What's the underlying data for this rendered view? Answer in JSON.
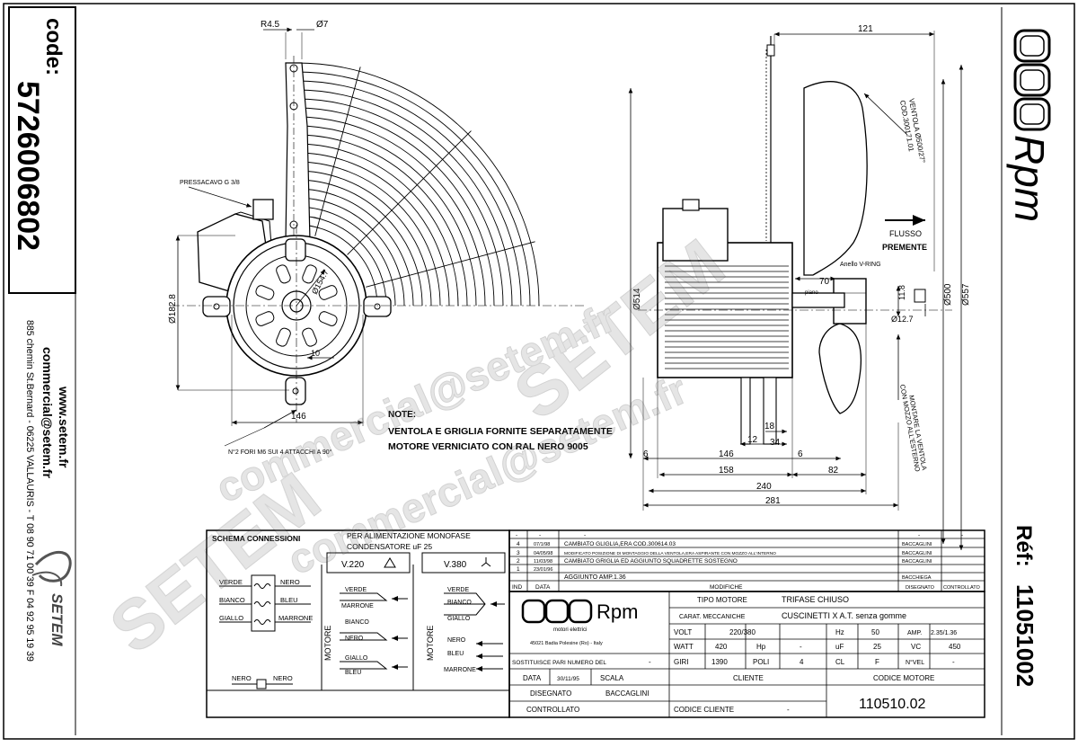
{
  "left_strip": {
    "code_label": "code:",
    "code_value": "5726006802",
    "website": "www.setem.fr",
    "email": "commercial@setem.fr",
    "address": "885 chemin St.Bernard - 06225 VALLAURIS - T 08 90 71 00 39  F 04 92 95 19 39",
    "brand": "SETEM"
  },
  "right_strip": {
    "brand": "Rpm",
    "ref_label": "Réf:",
    "ref_value": "11051002"
  },
  "watermark": {
    "large": "SETEM",
    "email": "commercial@setem.fr"
  },
  "front_view": {
    "dim_r45": "R4.5",
    "dim_d7": "Ø7",
    "pressacavo": "PRESSACAVO G 3/8",
    "dim_d1828": "Ø182.8",
    "dim_d1547": "Ø154.7",
    "dim_10": "10",
    "dim_146": "146",
    "holes_note": "N°2 FORI M6 SUI 4 ATTACCHI A 90°",
    "note_title": "NOTE:",
    "note_line1": "VENTOLA E GRIGLIA FORNITE SEPARATAMENTE",
    "note_line2": "MOTORE VERNICIATO CON RAL NERO 9005"
  },
  "side_view": {
    "dim_121": "121",
    "dim_d514": "Ø514",
    "ventola": "VENTOLA Ø500/27°",
    "ventola_cod": "COD.300171.01",
    "flusso": "FLUSSO",
    "premente": "PREMENTE",
    "anello": "Anello V-RING",
    "dim_70": "70",
    "piano": "piano",
    "dim_118": "11.8",
    "dim_d127": "Ø12.7",
    "dim_d500": "Ø500",
    "dim_d557": "Ø557",
    "montare1": "MONTARE LA VENTOLA",
    "montare2": "CON MOZZO ALL'ESTERNO",
    "dim_18": "18",
    "dim_12": "12",
    "dim_34": "34",
    "dim_6a": "6",
    "dim_6b": "6",
    "dim_146": "146",
    "dim_158": "158",
    "dim_82": "82",
    "dim_240": "240",
    "dim_281": "281"
  },
  "schema": {
    "title": "SCHEMA CONNESSIONI",
    "alim1": "PER ALIMENTAZIONE MONOFASE",
    "alim2": "CONDENSATORE uF 25",
    "v220": "V.220",
    "v380": "V.380",
    "verde_l": "VERDE",
    "bianco_l": "BIANCO",
    "giallo_l": "GIALLO",
    "nero_r": "NERO",
    "bleu_r": "BLEU",
    "marrone_r": "MARRONE",
    "motore": "MOTORE",
    "a_verde": "VERDE",
    "a_marrone": "MARRONE",
    "a_bianco": "BIANCO",
    "a_nero": "NERO",
    "a_giallo": "GIALLO",
    "a_bleu": "BLEU",
    "b_verde": "VERDE",
    "b_bianco": "BIANCO",
    "b_giallo": "GIALLO",
    "b_nero": "NERO",
    "b_bleu": "BLEU",
    "b_marrone": "MARRONE",
    "cap_nero1": "NERO",
    "cap_nero2": "NERO"
  },
  "revisions": {
    "header": [
      "IND",
      "DATA",
      "MODIFICHE",
      "DISEGNATO",
      "CONTROLLATO"
    ],
    "rows": [
      {
        "ind": "-",
        "date": "-",
        "text": "-",
        "by": "-",
        "ctrl": "-"
      },
      {
        "ind": "4",
        "date": "07/1/98",
        "text": "CAMBIATO GLIGLIA,ERA COD.300614.03",
        "by": "BACCAGLINI",
        "ctrl": ""
      },
      {
        "ind": "3",
        "date": "04/05/98",
        "text": "MODIFICATO POSIZIONE DI MONTAGGIO DELLA VENTOLA,ERA ASPIRANTE CON MOZZO ALL'INTERNO",
        "by": "BACCAGLINI",
        "ctrl": ""
      },
      {
        "ind": "2",
        "date": "11/03/98",
        "text": "CAMBIATO GRIGLIA ED AGGIUNTO SQUADRETTE SOSTEGNO",
        "by": "BACCAGLINI",
        "ctrl": ""
      },
      {
        "ind": "1",
        "date": "23/01/96",
        "text": "AGGIUNTO AMP.1.36",
        "by": "BACCHIEGA",
        "ctrl": ""
      }
    ]
  },
  "title_block": {
    "company": "Rpm",
    "company_sub": "motori elettrici",
    "company_addr": "45021 Badia Polesine (Ro) - Italy",
    "tipo_label": "TIPO MOTORE",
    "tipo_value": "TRIFASE CHIUSO",
    "carat_label": "CARAT. MECCANICHE",
    "carat_value": "CUSCINETTI X A.T. senza gomme",
    "volt_label": "VOLT",
    "volt_value": "220/380",
    "hz_label": "Hz",
    "hz_value": "50",
    "amp_label": "AMP.",
    "amp_value": "2.35/1.36",
    "watt_label": "WATT",
    "watt_value": "420",
    "hp_label": "Hp",
    "hp_value": "-",
    "uf_label": "uF",
    "uf_value": "25",
    "vc_label": "VC",
    "vc_value": "450",
    "giri_label": "GIRI",
    "giri_value": "1390",
    "poli_label": "POLI",
    "poli_value": "4",
    "cl_label": "CL",
    "cl_value": "F",
    "nvel_label": "N°VEL",
    "nvel_value": "-",
    "sostituisce_label": "SOSTITUISCE PARI NUMERO DEL",
    "sostituisce_value": "-",
    "data_label": "DATA",
    "data_value": "30/11/95",
    "scala_label": "SCALA",
    "disegnato_label": "DISEGNATO",
    "disegnato_value": "BACCAGLINI",
    "controllato_label": "CONTROLLATO",
    "cliente_label": "CLIENTE",
    "codice_cliente_label": "CODICE CLIENTE",
    "codice_cliente_value": "-",
    "codice_motore_label": "CODICE MOTORE",
    "codice_motore_value": "110510.02"
  }
}
